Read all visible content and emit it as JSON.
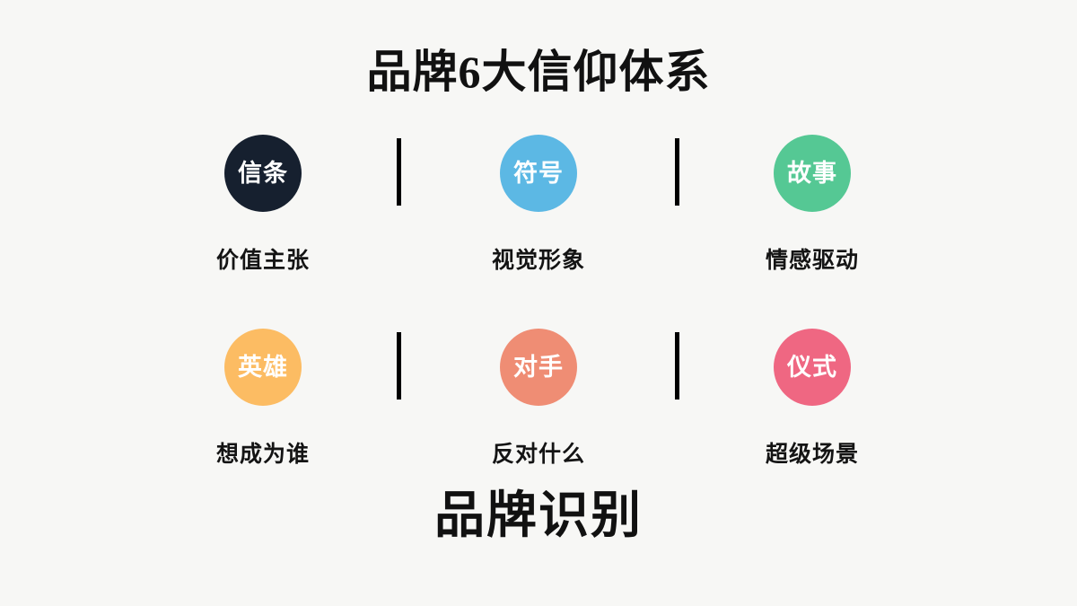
{
  "slide": {
    "background_color": "#f7f7f5",
    "title_top": "品牌6大信仰体系",
    "title_bottom": "品牌识别"
  },
  "pillars": [
    {
      "badge": "信条",
      "caption": "价值主张",
      "color": "#16202f",
      "text_color": "#ffffff"
    },
    {
      "badge": "符号",
      "caption": "视觉形象",
      "color": "#5cb8e4",
      "text_color": "#ffffff"
    },
    {
      "badge": "故事",
      "caption": "情感驱动",
      "color": "#55c894",
      "text_color": "#ffffff"
    },
    {
      "badge": "英雄",
      "caption": "想成为谁",
      "color": "#fcbc63",
      "text_color": "#ffffff"
    },
    {
      "badge": "对手",
      "caption": "反对什么",
      "color": "#ef8d74",
      "text_color": "#ffffff"
    },
    {
      "badge": "仪式",
      "caption": "超级场景",
      "color": "#ef6782",
      "text_color": "#ffffff"
    }
  ],
  "dividers": {
    "color": "#000000",
    "count": 4
  }
}
